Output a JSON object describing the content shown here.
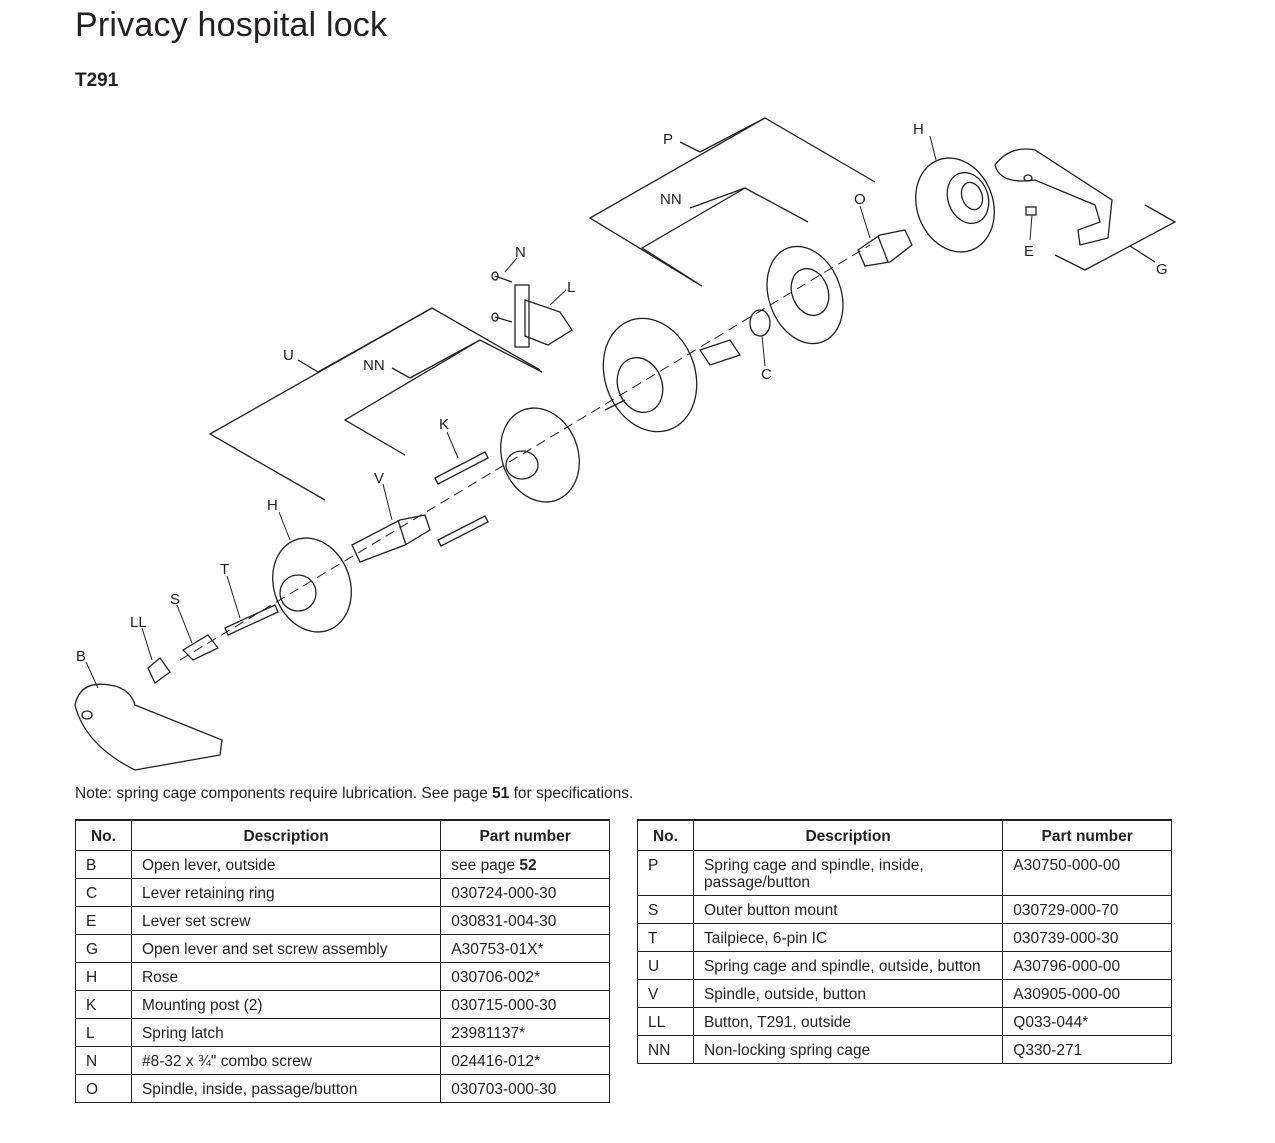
{
  "title": "Privacy hospital lock",
  "model": "T291",
  "diagram_labels": {
    "P": "P",
    "NN_top": "NN",
    "H_right": "H",
    "O": "O",
    "E": "E",
    "G": "G",
    "N": "N",
    "L": "L",
    "C": "C",
    "U": "U",
    "NN_left": "NN",
    "K": "K",
    "V": "V",
    "H_left": "H",
    "T": "T",
    "S": "S",
    "LL": "LL",
    "B": "B"
  },
  "note": {
    "prefix": "Note: spring cage components require lubrication. See page ",
    "page": "51",
    "suffix": " for specifications."
  },
  "table_headers": {
    "no": "No.",
    "description": "Description",
    "part_number": "Part number"
  },
  "left_table": [
    {
      "no": "B",
      "description": "Open lever, outside",
      "part_prefix": "see page ",
      "part_bold": "52",
      "part": ""
    },
    {
      "no": "C",
      "description": "Lever retaining ring",
      "part": "030724-000-30"
    },
    {
      "no": "E",
      "description": "Lever set screw",
      "part": "030831-004-30"
    },
    {
      "no": "G",
      "description": "Open lever and set screw assembly",
      "part": "A30753-01X*"
    },
    {
      "no": "H",
      "description": "Rose",
      "part": "030706-002*"
    },
    {
      "no": "K",
      "description": "Mounting post (2)",
      "part": "030715-000-30"
    },
    {
      "no": "L",
      "description": "Spring latch",
      "part": "23981137*"
    },
    {
      "no": "N",
      "description": "#8-32 x ¾\" combo screw",
      "part": "024416-012*"
    },
    {
      "no": "O",
      "description": "Spindle, inside, passage/button",
      "part": "030703-000-30"
    }
  ],
  "right_table": [
    {
      "no": "P",
      "description": "Spring cage and spindle, inside, passage/button",
      "part": "A30750-000-00"
    },
    {
      "no": "S",
      "description": "Outer button mount",
      "part": "030729-000-70"
    },
    {
      "no": "T",
      "description": "Tailpiece, 6-pin IC",
      "part": "030739-000-30"
    },
    {
      "no": "U",
      "description": "Spring cage and spindle, outside, button",
      "part": "A30796-000-00"
    },
    {
      "no": "V",
      "description": "Spindle, outside, button",
      "part": "A30905-000-00"
    },
    {
      "no": "LL",
      "description": "Button, T291, outside",
      "part": "Q033-044*"
    },
    {
      "no": "NN",
      "description": "Non-locking spring cage",
      "part": "Q330-271"
    }
  ]
}
